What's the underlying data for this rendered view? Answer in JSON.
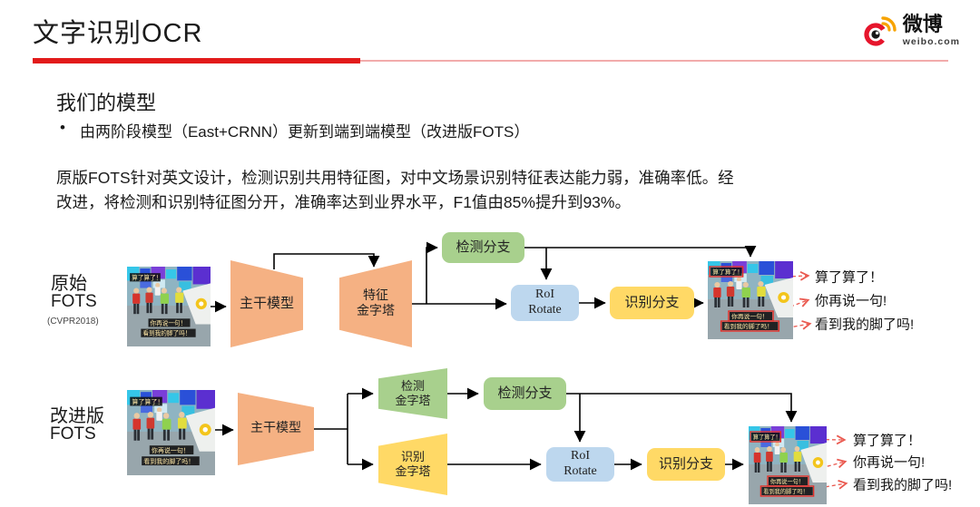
{
  "page": {
    "title": "文字识别OCR"
  },
  "logo": {
    "brand": "微博",
    "domain": "weibo.com"
  },
  "content": {
    "heading": "我们的模型",
    "bullet_marker": "•",
    "bullet": "由两阶段模型（East+CRNN）更新到端到端模型（改进版FOTS）",
    "para_line1": "原版FOTS针对英文设计，检测识别共用特征图，对中文场景识别特征表达能力弱，准确率低。经",
    "para_line2": "改进，将检测和识别特征图分开，准确率达到业界水平，F1值由85%提升到93%。"
  },
  "diagram1": {
    "label1": "原始",
    "label2": "FOTS",
    "label3": "(CVPR2018)",
    "backbone": "主干模型",
    "pyramid1": "特征",
    "pyramid2": "金字塔",
    "detect_branch": "检测分支",
    "roi1": "RoI",
    "roi2": "Rotate",
    "recog_branch": "识别分支",
    "outputs": [
      "算了算了！",
      "你再说一句!",
      "看到我的脚了吗!"
    ]
  },
  "diagram2": {
    "label1": "改进版",
    "label2": "FOTS",
    "backbone": "主干模型",
    "detect_pyramid1": "检测",
    "detect_pyramid2": "金字塔",
    "recog_pyramid1": "识别",
    "recog_pyramid2": "金字塔",
    "detect_branch": "检测分支",
    "roi1": "RoI",
    "roi2": "Rotate",
    "recog_branch": "识别分支",
    "outputs": [
      "算了算了！",
      "你再说一句!",
      "看到我的脚了吗!"
    ]
  },
  "image_overlay": {
    "top": "算了算了！",
    "bottom1": "你再说一句！",
    "bottom2": "看到我的脚了吗！"
  },
  "colors": {
    "accent": "#E21B1B",
    "accent-light": "#F2ABAB",
    "orange": "#F5B183",
    "green": "#A8D08D",
    "yellow": "#FFD966",
    "blue": "#BDD7EE",
    "arrow-red": "#EA5A50"
  }
}
